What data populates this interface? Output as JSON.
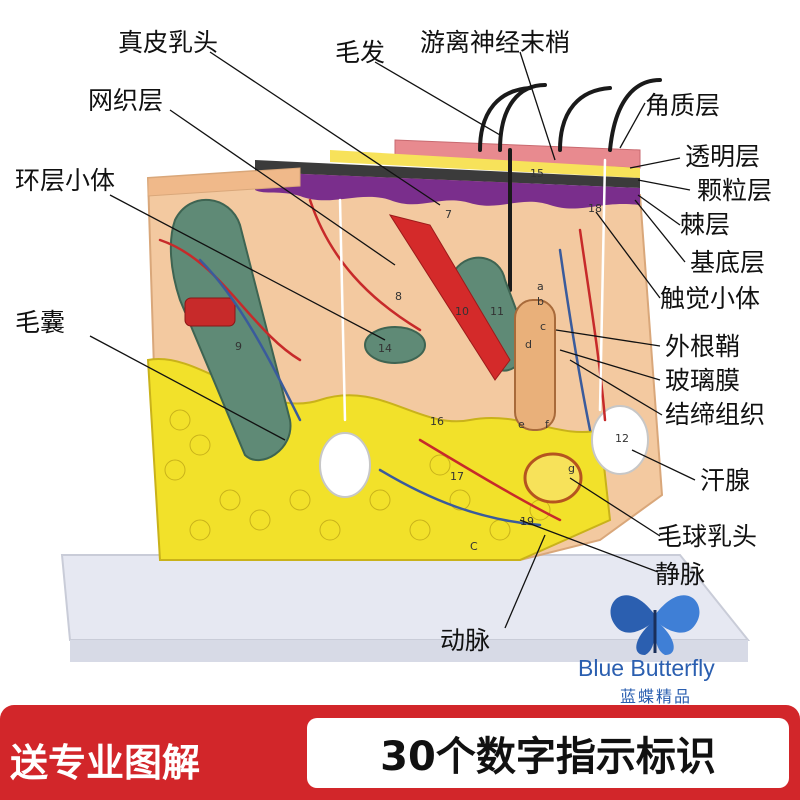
{
  "labels": [
    {
      "key": "dermal-papilla",
      "text": "真皮乳头"
    },
    {
      "key": "hair",
      "text": "毛发"
    },
    {
      "key": "free-nerve-endings",
      "text": "游离神经末梢"
    },
    {
      "key": "reticular-layer",
      "text": "网织层"
    },
    {
      "key": "stratum-corneum",
      "text": "角质层"
    },
    {
      "key": "stratum-lucidum",
      "text": "透明层"
    },
    {
      "key": "stratum-granulosum",
      "text": "颗粒层"
    },
    {
      "key": "lamellated-corpuscle",
      "text": "环层小体"
    },
    {
      "key": "stratum-spinosum",
      "text": "棘层"
    },
    {
      "key": "stratum-basale",
      "text": "基底层"
    },
    {
      "key": "tactile-corpuscle",
      "text": "触觉小体"
    },
    {
      "key": "hair-follicle",
      "text": "毛囊"
    },
    {
      "key": "outer-root-sheath",
      "text": "外根鞘"
    },
    {
      "key": "glassy-membrane",
      "text": "玻璃膜"
    },
    {
      "key": "connective-tissue",
      "text": "结缔组织"
    },
    {
      "key": "sweat-gland",
      "text": "汗腺"
    },
    {
      "key": "hair-bulb-papilla",
      "text": "毛球乳头"
    },
    {
      "key": "vein",
      "text": "静脉"
    },
    {
      "key": "artery",
      "text": "动脉"
    }
  ],
  "model_numbers": [
    "7",
    "8",
    "9",
    "10",
    "11",
    "12",
    "14",
    "15",
    "16",
    "17",
    "18",
    "19",
    "a",
    "b",
    "c",
    "d",
    "e",
    "f",
    "g",
    "C"
  ],
  "brand": {
    "en": "Blue Butterfly",
    "cn": "蓝蝶精品"
  },
  "banner": {
    "left": "送专业图解",
    "right": "30个数字指示标识"
  },
  "colors": {
    "banner_red": "#d2262a",
    "brand_blue": "#2b5fb0",
    "fat_yellow": "#f2e12a",
    "dermis_peach": "#f3c9a0",
    "keratin_pink": "#e88a8f",
    "base_white": "#eef0f6"
  }
}
